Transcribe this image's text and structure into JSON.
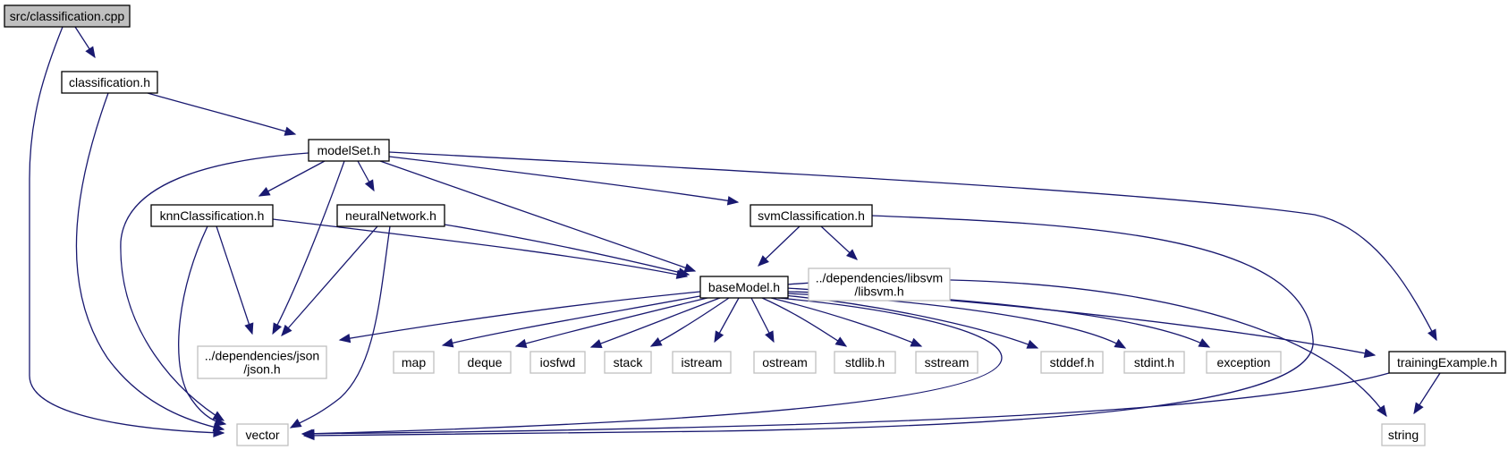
{
  "graph": {
    "nodes": [
      {
        "id": "classification_cpp",
        "label": [
          "src/classification.cpp"
        ],
        "kind": "root"
      },
      {
        "id": "classification_h",
        "label": [
          "classification.h"
        ],
        "kind": "internal"
      },
      {
        "id": "modelSet_h",
        "label": [
          "modelSet.h"
        ],
        "kind": "internal"
      },
      {
        "id": "knnClassification_h",
        "label": [
          "knnClassification.h"
        ],
        "kind": "internal"
      },
      {
        "id": "neuralNetwork_h",
        "label": [
          "neuralNetwork.h"
        ],
        "kind": "internal"
      },
      {
        "id": "svmClassification_h",
        "label": [
          "svmClassification.h"
        ],
        "kind": "internal"
      },
      {
        "id": "libsvm_h",
        "label": [
          "../dependencies/libsvm",
          "/libsvm.h"
        ],
        "kind": "external"
      },
      {
        "id": "baseModel_h",
        "label": [
          "baseModel.h"
        ],
        "kind": "internal"
      },
      {
        "id": "json_h",
        "label": [
          "../dependencies/json",
          "/json.h"
        ],
        "kind": "external"
      },
      {
        "id": "map",
        "label": [
          "map"
        ],
        "kind": "external"
      },
      {
        "id": "deque",
        "label": [
          "deque"
        ],
        "kind": "external"
      },
      {
        "id": "iosfwd",
        "label": [
          "iosfwd"
        ],
        "kind": "external"
      },
      {
        "id": "stack",
        "label": [
          "stack"
        ],
        "kind": "external"
      },
      {
        "id": "istream",
        "label": [
          "istream"
        ],
        "kind": "external"
      },
      {
        "id": "ostream",
        "label": [
          "ostream"
        ],
        "kind": "external"
      },
      {
        "id": "stdlib_h",
        "label": [
          "stdlib.h"
        ],
        "kind": "external"
      },
      {
        "id": "sstream",
        "label": [
          "sstream"
        ],
        "kind": "external"
      },
      {
        "id": "stddef_h",
        "label": [
          "stddef.h"
        ],
        "kind": "external"
      },
      {
        "id": "stdint_h",
        "label": [
          "stdint.h"
        ],
        "kind": "external"
      },
      {
        "id": "exception",
        "label": [
          "exception"
        ],
        "kind": "external"
      },
      {
        "id": "trainingExample_h",
        "label": [
          "trainingExample.h"
        ],
        "kind": "internal"
      },
      {
        "id": "vector",
        "label": [
          "vector"
        ],
        "kind": "external"
      },
      {
        "id": "string",
        "label": [
          "string"
        ],
        "kind": "external"
      }
    ],
    "edges": [
      {
        "from": "classification_cpp",
        "to": "classification_h"
      },
      {
        "from": "classification_cpp",
        "to": "vector"
      },
      {
        "from": "classification_h",
        "to": "modelSet_h"
      },
      {
        "from": "classification_h",
        "to": "vector"
      },
      {
        "from": "modelSet_h",
        "to": "knnClassification_h"
      },
      {
        "from": "modelSet_h",
        "to": "neuralNetwork_h"
      },
      {
        "from": "modelSet_h",
        "to": "svmClassification_h"
      },
      {
        "from": "modelSet_h",
        "to": "baseModel_h"
      },
      {
        "from": "modelSet_h",
        "to": "json_h"
      },
      {
        "from": "modelSet_h",
        "to": "vector"
      },
      {
        "from": "modelSet_h",
        "to": "trainingExample_h"
      },
      {
        "from": "knnClassification_h",
        "to": "baseModel_h"
      },
      {
        "from": "knnClassification_h",
        "to": "json_h"
      },
      {
        "from": "knnClassification_h",
        "to": "vector"
      },
      {
        "from": "neuralNetwork_h",
        "to": "baseModel_h"
      },
      {
        "from": "neuralNetwork_h",
        "to": "json_h"
      },
      {
        "from": "neuralNetwork_h",
        "to": "vector"
      },
      {
        "from": "svmClassification_h",
        "to": "baseModel_h"
      },
      {
        "from": "svmClassification_h",
        "to": "libsvm_h"
      },
      {
        "from": "svmClassification_h",
        "to": "vector"
      },
      {
        "from": "baseModel_h",
        "to": "json_h"
      },
      {
        "from": "baseModel_h",
        "to": "map"
      },
      {
        "from": "baseModel_h",
        "to": "deque"
      },
      {
        "from": "baseModel_h",
        "to": "iosfwd"
      },
      {
        "from": "baseModel_h",
        "to": "stack"
      },
      {
        "from": "baseModel_h",
        "to": "istream"
      },
      {
        "from": "baseModel_h",
        "to": "ostream"
      },
      {
        "from": "baseModel_h",
        "to": "stdlib_h"
      },
      {
        "from": "baseModel_h",
        "to": "sstream"
      },
      {
        "from": "baseModel_h",
        "to": "vector"
      },
      {
        "from": "baseModel_h",
        "to": "stddef_h"
      },
      {
        "from": "baseModel_h",
        "to": "stdint_h"
      },
      {
        "from": "baseModel_h",
        "to": "exception"
      },
      {
        "from": "baseModel_h",
        "to": "trainingExample_h"
      },
      {
        "from": "baseModel_h",
        "to": "string"
      },
      {
        "from": "trainingExample_h",
        "to": "vector"
      },
      {
        "from": "trainingExample_h",
        "to": "string"
      }
    ],
    "colors": {
      "edge": "#191970",
      "root_fill": "#bfbfbf",
      "internal_border": "#000000",
      "external_border": "#bfbfbf"
    }
  }
}
